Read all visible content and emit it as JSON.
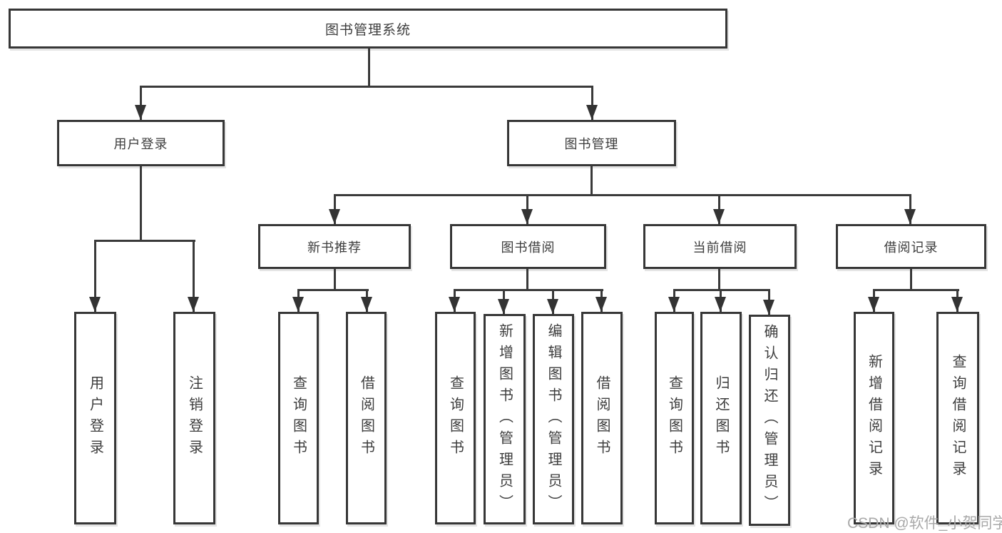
{
  "tree": {
    "root": {
      "label": "图书管理系统",
      "children": [
        {
          "label": "用户登录",
          "children": [
            {
              "label": "用户登录"
            },
            {
              "label": "注销登录"
            }
          ]
        },
        {
          "label": "图书管理",
          "children": [
            {
              "label": "新书推荐",
              "children": [
                {
                  "label": "查询图书"
                },
                {
                  "label": "借阅图书"
                }
              ]
            },
            {
              "label": "图书借阅",
              "children": [
                {
                  "label": "查询图书"
                },
                {
                  "label": "新增图书（管理员）"
                },
                {
                  "label": "编辑图书（管理员）"
                },
                {
                  "label": "借阅图书"
                }
              ]
            },
            {
              "label": "当前借阅",
              "children": [
                {
                  "label": "查询图书"
                },
                {
                  "label": "归还图书"
                },
                {
                  "label": "确认归还（管理员）"
                }
              ]
            },
            {
              "label": "借阅记录",
              "children": [
                {
                  "label": "新增借阅记录"
                },
                {
                  "label": "查询借阅记录"
                }
              ]
            }
          ]
        }
      ]
    }
  },
  "watermark": {
    "text": "CSDN @软件_小贺同学"
  },
  "colors": {
    "line": "#3a3a3a",
    "box_border": "#373737",
    "text": "#3d3d3d",
    "watermark": "#a9a9a9",
    "background": "#ffffff"
  }
}
